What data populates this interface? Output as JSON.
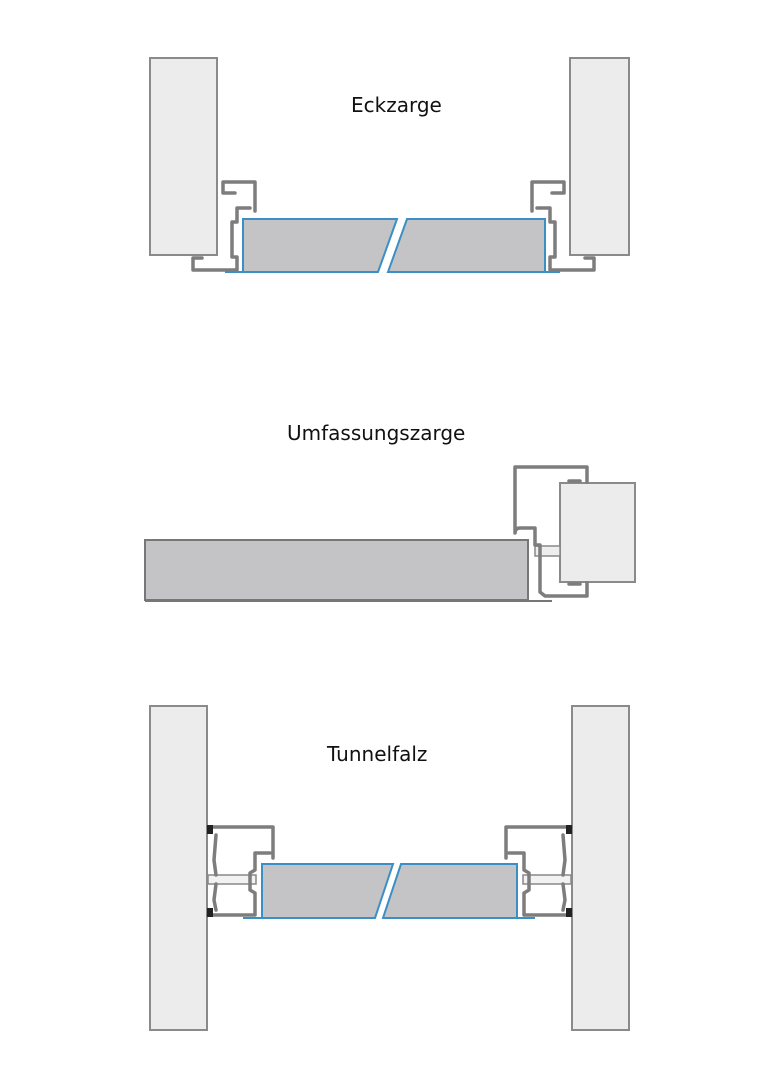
{
  "sections": [
    {
      "title": "Eckzarge"
    },
    {
      "title": "Umfassungszarge"
    },
    {
      "title": "Tunnelfalz"
    }
  ],
  "colors": {
    "wall": "#ececec",
    "panel": "#c4c4c6",
    "frame": "#7d7d7d",
    "panel_edge": "#3c8fc4"
  }
}
